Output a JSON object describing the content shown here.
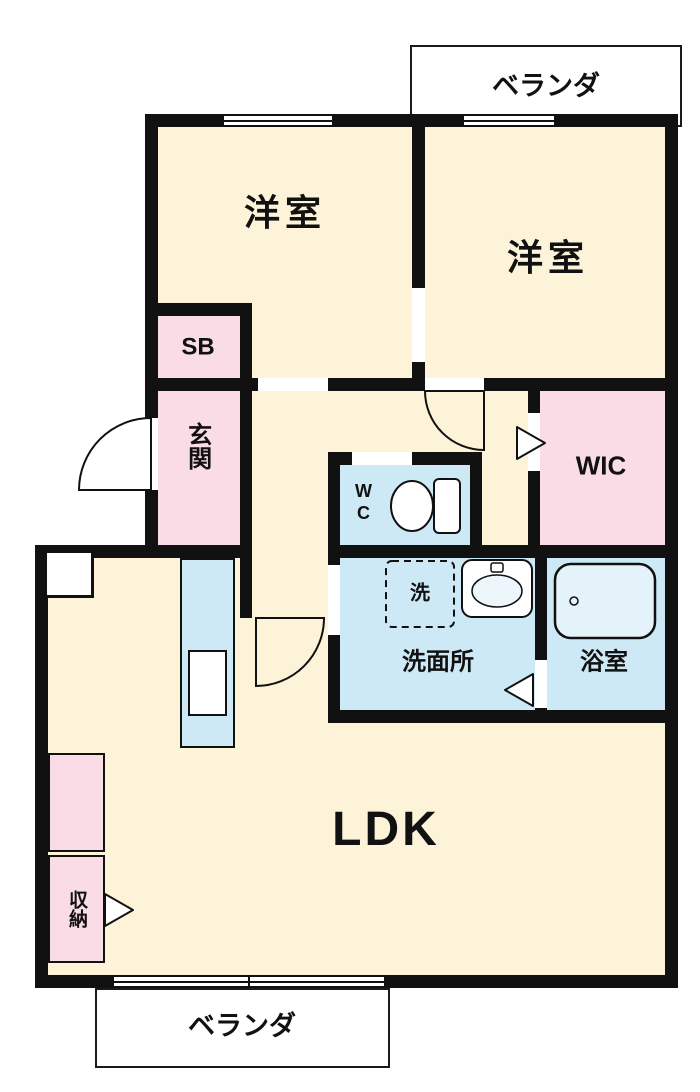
{
  "colors": {
    "wall": "#111111",
    "room": "#fcf3d9",
    "closet": "#f9dce6",
    "wet_area": "#cde9f6"
  },
  "rooms": {
    "veranda_top": {
      "label": "ベランダ"
    },
    "bedroom1": {
      "label": "洋室"
    },
    "bedroom2": {
      "label": "洋室"
    },
    "shoe_box": {
      "label": "SB"
    },
    "entrance": {
      "label": "玄関"
    },
    "walk_in_closet": {
      "label": "WIC"
    },
    "toilet_room": {
      "label": "WC"
    },
    "washer": {
      "label": "洗"
    },
    "washroom": {
      "label": "洗面所"
    },
    "bathroom": {
      "label": "浴室"
    },
    "ldk": {
      "label": "LDK"
    },
    "storage": {
      "label": "収納"
    },
    "veranda_bottom": {
      "label": "ベランダ"
    }
  }
}
